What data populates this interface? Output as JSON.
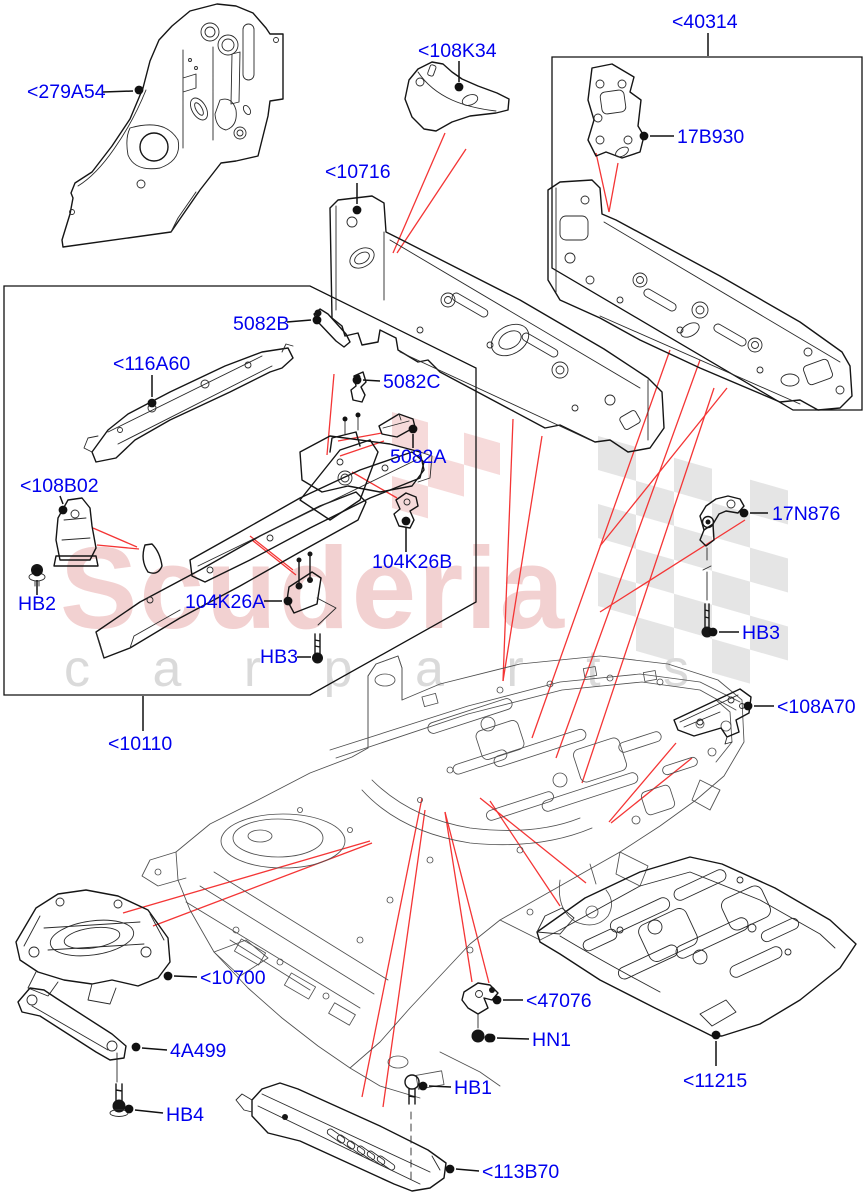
{
  "colors": {
    "background": "#ffffff",
    "label_blue": "#0000ee",
    "leader_black": "#111111",
    "red_locator": "#f43535",
    "watermark_pink": "#f0c6c6",
    "watermark_gray": "#d9d9d9"
  },
  "watermark": {
    "brand": "Scuderia",
    "subtext": "c a r   p a r t s"
  },
  "callouts": [
    {
      "id": "279A54",
      "text": "<279A54"
    },
    {
      "id": "108K34",
      "text": "<108K34"
    },
    {
      "id": "40314",
      "text": "<40314"
    },
    {
      "id": "17B930",
      "text": "17B930"
    },
    {
      "id": "10716",
      "text": "<10716"
    },
    {
      "id": "5082B",
      "text": "5082B"
    },
    {
      "id": "116A60",
      "text": "<116A60"
    },
    {
      "id": "5082C",
      "text": "5082C"
    },
    {
      "id": "5082A",
      "text": "5082A"
    },
    {
      "id": "108B02",
      "text": "<108B02"
    },
    {
      "id": "HB2",
      "text": "HB2"
    },
    {
      "id": "104K26A",
      "text": "104K26A"
    },
    {
      "id": "104K26B",
      "text": "104K26B"
    },
    {
      "id": "HB3_left",
      "text": "HB3"
    },
    {
      "id": "10110",
      "text": "<10110"
    },
    {
      "id": "17N876",
      "text": "17N876"
    },
    {
      "id": "HB3_right",
      "text": "HB3"
    },
    {
      "id": "108A70",
      "text": "<108A70"
    },
    {
      "id": "10700",
      "text": "<10700"
    },
    {
      "id": "4A499",
      "text": "4A499"
    },
    {
      "id": "HB4",
      "text": "HB4"
    },
    {
      "id": "47076",
      "text": "<47076"
    },
    {
      "id": "HN1",
      "text": "HN1"
    },
    {
      "id": "HB1",
      "text": "HB1"
    },
    {
      "id": "113B70",
      "text": "<113B70"
    },
    {
      "id": "11215",
      "text": "<11215"
    }
  ]
}
